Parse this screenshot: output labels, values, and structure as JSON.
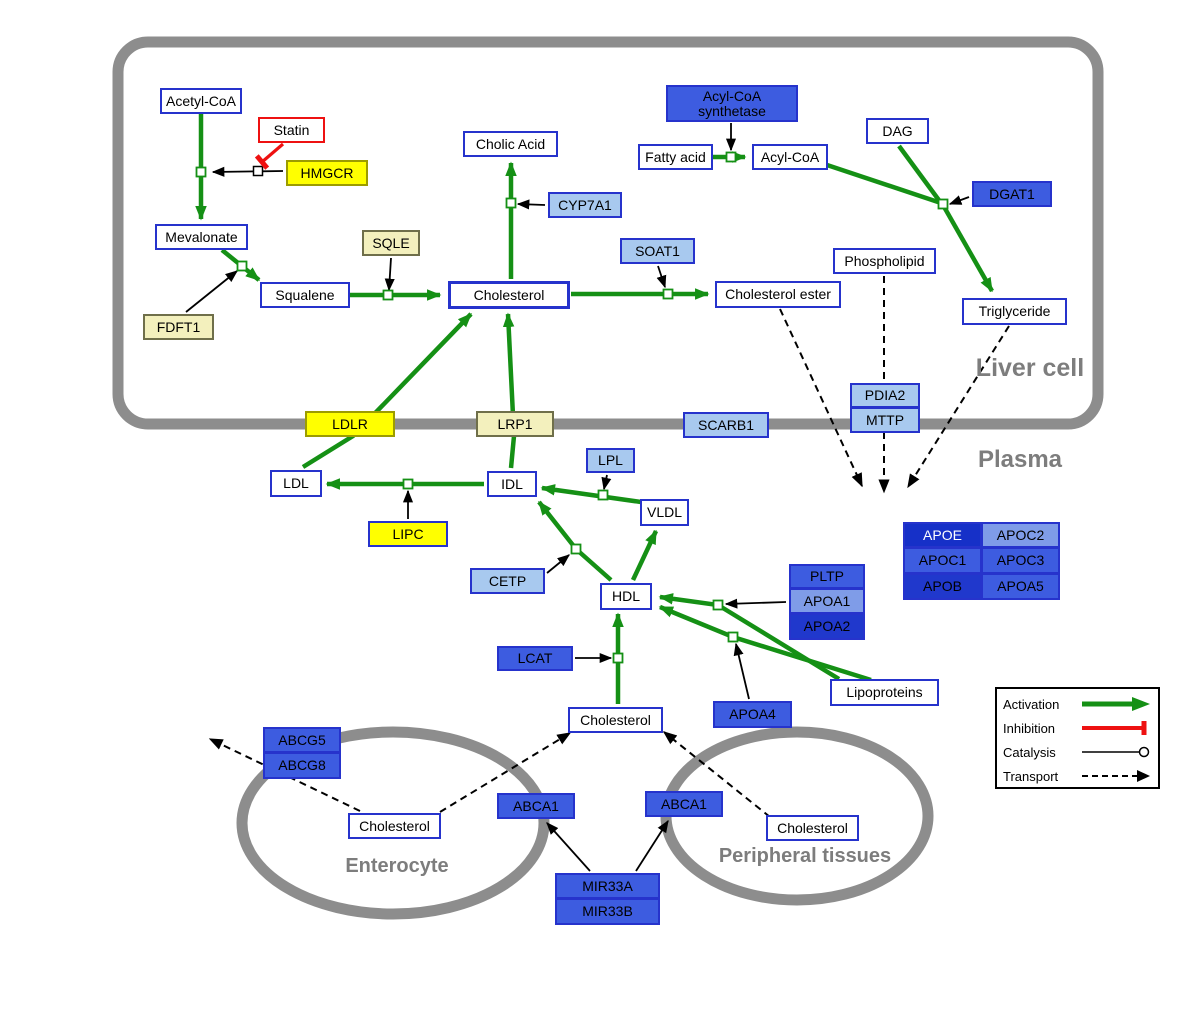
{
  "palette": {
    "node_border": "#2633cc",
    "activation": "#159015",
    "inhibition": "#ee1111",
    "membrane": "#8d8d8d",
    "yellow": "#ffff00",
    "pale_yellow": "#f3f0bd",
    "light_blue": "#a8c9ef",
    "medium_blue": "#3d5ce0",
    "medium_blue_light": "#7f9ce8",
    "medium_blue_dark": "#2038cc",
    "dark_blue": "#1630c8"
  },
  "regions": {
    "liver": "Liver cell",
    "plasma": "Plasma",
    "enterocyte": "Enterocyte",
    "peripheral": "Peripheral tissues"
  },
  "nodes": {
    "acetyl_coa": {
      "label": "Acetyl-CoA"
    },
    "statin": {
      "label": "Statin"
    },
    "hmgcr": {
      "label": "HMGCR"
    },
    "mevalonate": {
      "label": "Mevalonate"
    },
    "sqle": {
      "label": "SQLE"
    },
    "fdft1": {
      "label": "FDFT1"
    },
    "squalene": {
      "label": "Squalene"
    },
    "cholesterol_liver": {
      "label": "Cholesterol"
    },
    "cholic_acid": {
      "label": "Cholic Acid"
    },
    "cyp7a1": {
      "label": "CYP7A1"
    },
    "soat1": {
      "label": "SOAT1"
    },
    "cholesterol_ester": {
      "label": "Cholesterol ester"
    },
    "acyl_coa_synthetase": {
      "label": "Acyl-CoA synthetase"
    },
    "fatty_acid": {
      "label": "Fatty acid"
    },
    "acyl_coa": {
      "label": "Acyl-CoA"
    },
    "dag": {
      "label": "DAG"
    },
    "dgat1": {
      "label": "DGAT1"
    },
    "phospholipid": {
      "label": "Phospholipid"
    },
    "triglyceride": {
      "label": "Triglyceride"
    },
    "pdia2": {
      "label": "PDIA2"
    },
    "mttp": {
      "label": "MTTP"
    },
    "ldlr": {
      "label": "LDLR"
    },
    "lrp1": {
      "label": "LRP1"
    },
    "scarb1": {
      "label": "SCARB1"
    },
    "ldl": {
      "label": "LDL"
    },
    "idl": {
      "label": "IDL"
    },
    "lpl": {
      "label": "LPL"
    },
    "vldl": {
      "label": "VLDL"
    },
    "lipc": {
      "label": "LIPC"
    },
    "cetp": {
      "label": "CETP"
    },
    "hdl": {
      "label": "HDL"
    },
    "pltp": {
      "label": "PLTP"
    },
    "apoa1": {
      "label": "APOA1"
    },
    "apoa2": {
      "label": "APOA2"
    },
    "lcat": {
      "label": "LCAT"
    },
    "apoa4": {
      "label": "APOA4"
    },
    "lipoproteins": {
      "label": "Lipoproteins"
    },
    "apoe": {
      "label": "APOE"
    },
    "apoc2": {
      "label": "APOC2"
    },
    "apoc1": {
      "label": "APOC1"
    },
    "apoc3": {
      "label": "APOC3"
    },
    "apob": {
      "label": "APOB"
    },
    "apoa5": {
      "label": "APOA5"
    },
    "cholesterol_plasma": {
      "label": "Cholesterol"
    },
    "abcg5": {
      "label": "ABCG5"
    },
    "abcg8": {
      "label": "ABCG8"
    },
    "cholesterol_enterocyte": {
      "label": "Cholesterol"
    },
    "abca1_enterocyte": {
      "label": "ABCA1"
    },
    "abca1_peripheral": {
      "label": "ABCA1"
    },
    "cholesterol_peripheral": {
      "label": "Cholesterol"
    },
    "mir33a": {
      "label": "MIR33A"
    },
    "mir33b": {
      "label": "MIR33B"
    }
  },
  "legend": {
    "activation": "Activation",
    "inhibition": "Inhibition",
    "catalysis": "Catalysis",
    "transport": "Transport"
  }
}
